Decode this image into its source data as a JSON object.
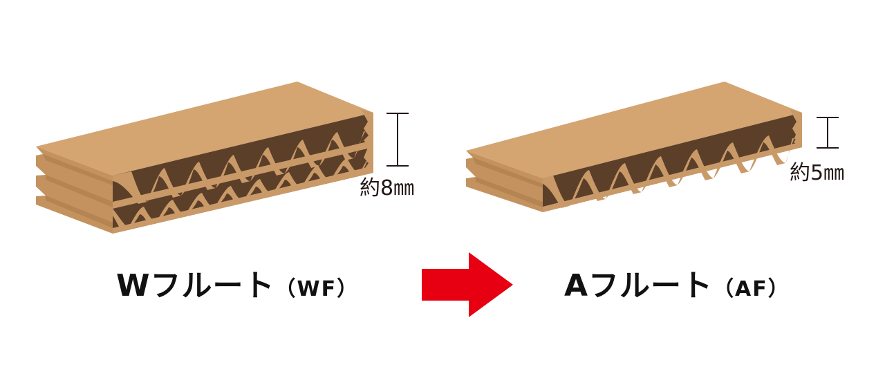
{
  "left_board": {
    "thickness_label": "約8㎜",
    "title": "Wフルート",
    "title_suffix": "（WF）"
  },
  "right_board": {
    "thickness_label": "約5㎜",
    "title": "Aフルート",
    "title_suffix": "（AF）"
  },
  "colors": {
    "board_top": "#d4a571",
    "board_side": "#c4925e",
    "flute_cavity": "#5b3f29",
    "flute_wall": "#c99a68",
    "arrow": "#e60012",
    "dimension_line": "#231815",
    "text": "#111111"
  }
}
